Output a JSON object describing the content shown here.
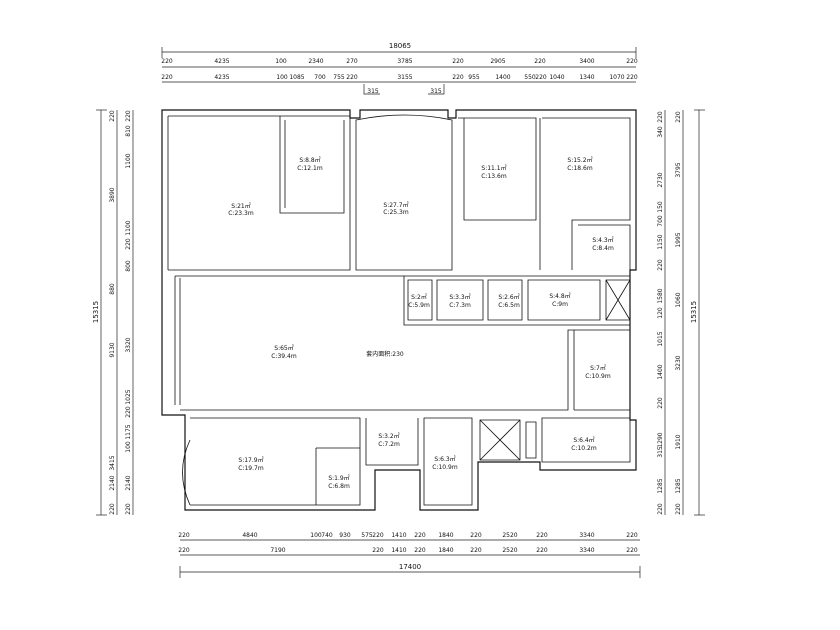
{
  "dimensions": {
    "top_total": "18065",
    "top_row1": [
      "220",
      "4235",
      "100",
      "2340",
      "270",
      "3785",
      "220",
      "2905",
      "220",
      "3400",
      "220"
    ],
    "top_row2": [
      "220",
      "4235",
      "100",
      "1085",
      "700",
      "755",
      "220",
      "3155",
      "220",
      "955",
      "1400",
      "550",
      "220",
      "1040",
      "1340",
      "1070",
      "220"
    ],
    "top_note_a": "315",
    "top_note_b": "315",
    "bottom_row1": [
      "220",
      "4840",
      "100",
      "740",
      "930",
      "575",
      "220",
      "1410",
      "220",
      "1840",
      "220",
      "2520",
      "220",
      "3340",
      "220"
    ],
    "bottom_row2": [
      "220",
      "7190",
      "220",
      "1410",
      "220",
      "1840",
      "220",
      "2520",
      "220",
      "3340",
      "220"
    ],
    "bottom_total": "17400",
    "left_outer": [
      "220",
      "3890",
      "880",
      "9130",
      "3415",
      "2140",
      "220"
    ],
    "left_inner": [
      "220",
      "810",
      "1100",
      "1100",
      "220",
      "800",
      "3320",
      "1025",
      "220",
      "1175",
      "100",
      "2140",
      "220"
    ],
    "left_total": "15315",
    "right_inner": [
      "220",
      "340",
      "2730",
      "150",
      "700",
      "1150",
      "220",
      "1580",
      "120",
      "1015",
      "1400",
      "220",
      "1290",
      "315",
      "1285",
      "220"
    ],
    "right_outer": [
      "220",
      "3795",
      "1995",
      "1060",
      "3230",
      "1910",
      "1285",
      "220"
    ],
    "right_total": "15315"
  },
  "rooms": [
    {
      "area": "S:21㎡",
      "perimeter": "C:23.3m"
    },
    {
      "area": "S:8.8㎡",
      "perimeter": "C:12.1m"
    },
    {
      "area": "S:27.7㎡",
      "perimeter": "C:25.3m"
    },
    {
      "area": "S:11.1㎡",
      "perimeter": "C:13.6m"
    },
    {
      "area": "S:15.2㎡",
      "perimeter": "C:18.6m"
    },
    {
      "area": "S:4.3㎡",
      "perimeter": "C:8.4m"
    },
    {
      "area": "S:2㎡",
      "perimeter": "C:5.9m"
    },
    {
      "area": "S:3.3㎡",
      "perimeter": "C:7.3m"
    },
    {
      "area": "S:2.6㎡",
      "perimeter": "C:6.5m"
    },
    {
      "area": "S:4.8㎡",
      "perimeter": "C:9m"
    },
    {
      "area": "S:65㎡",
      "perimeter": "C:39.4m"
    },
    {
      "area": "S:7㎡",
      "perimeter": "C:10.9m"
    },
    {
      "area": "S:17.9㎡",
      "perimeter": "C:19.7m"
    },
    {
      "area": "S:3.2㎡",
      "perimeter": "C:7.2m"
    },
    {
      "area": "S:6.3㎡",
      "perimeter": "C:10.9m"
    },
    {
      "area": "S:1.9㎡",
      "perimeter": "C:6.8m"
    },
    {
      "area": "S:6.4㎡",
      "perimeter": "C:10.2m"
    }
  ],
  "inner_area_label": "套内面积:230"
}
